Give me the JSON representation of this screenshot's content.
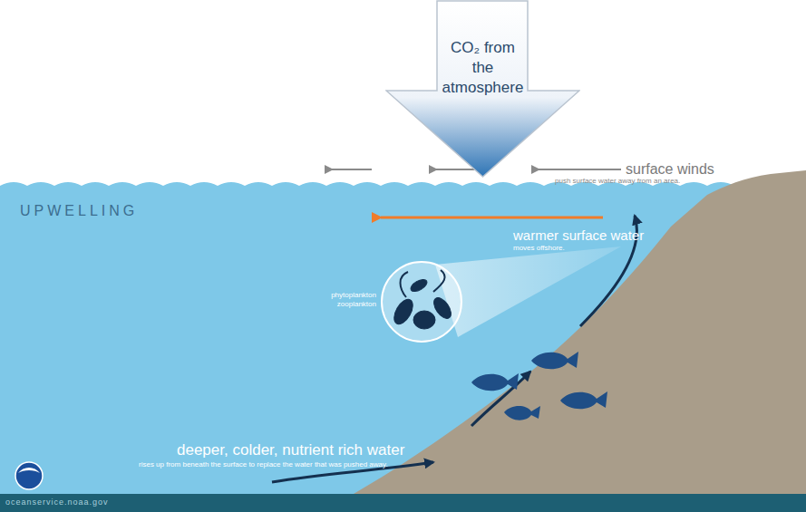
{
  "diagram": {
    "nodes": [
      {
        "text": [
          "CO₂ from the atmosphere"
        ]
      }
    ],
    "labels": [
      "surface winds",
      "push surface water away from an area.",
      "UPWELLING",
      "warmer surface water",
      "moves offshore.",
      "phytoplankton",
      "zooplankton",
      "deeper, colder, nutrient rich water",
      "rises up from beneath the surface to replace the water that was pushed away.",
      "oceanservice.noaa.gov"
    ]
  }
}
